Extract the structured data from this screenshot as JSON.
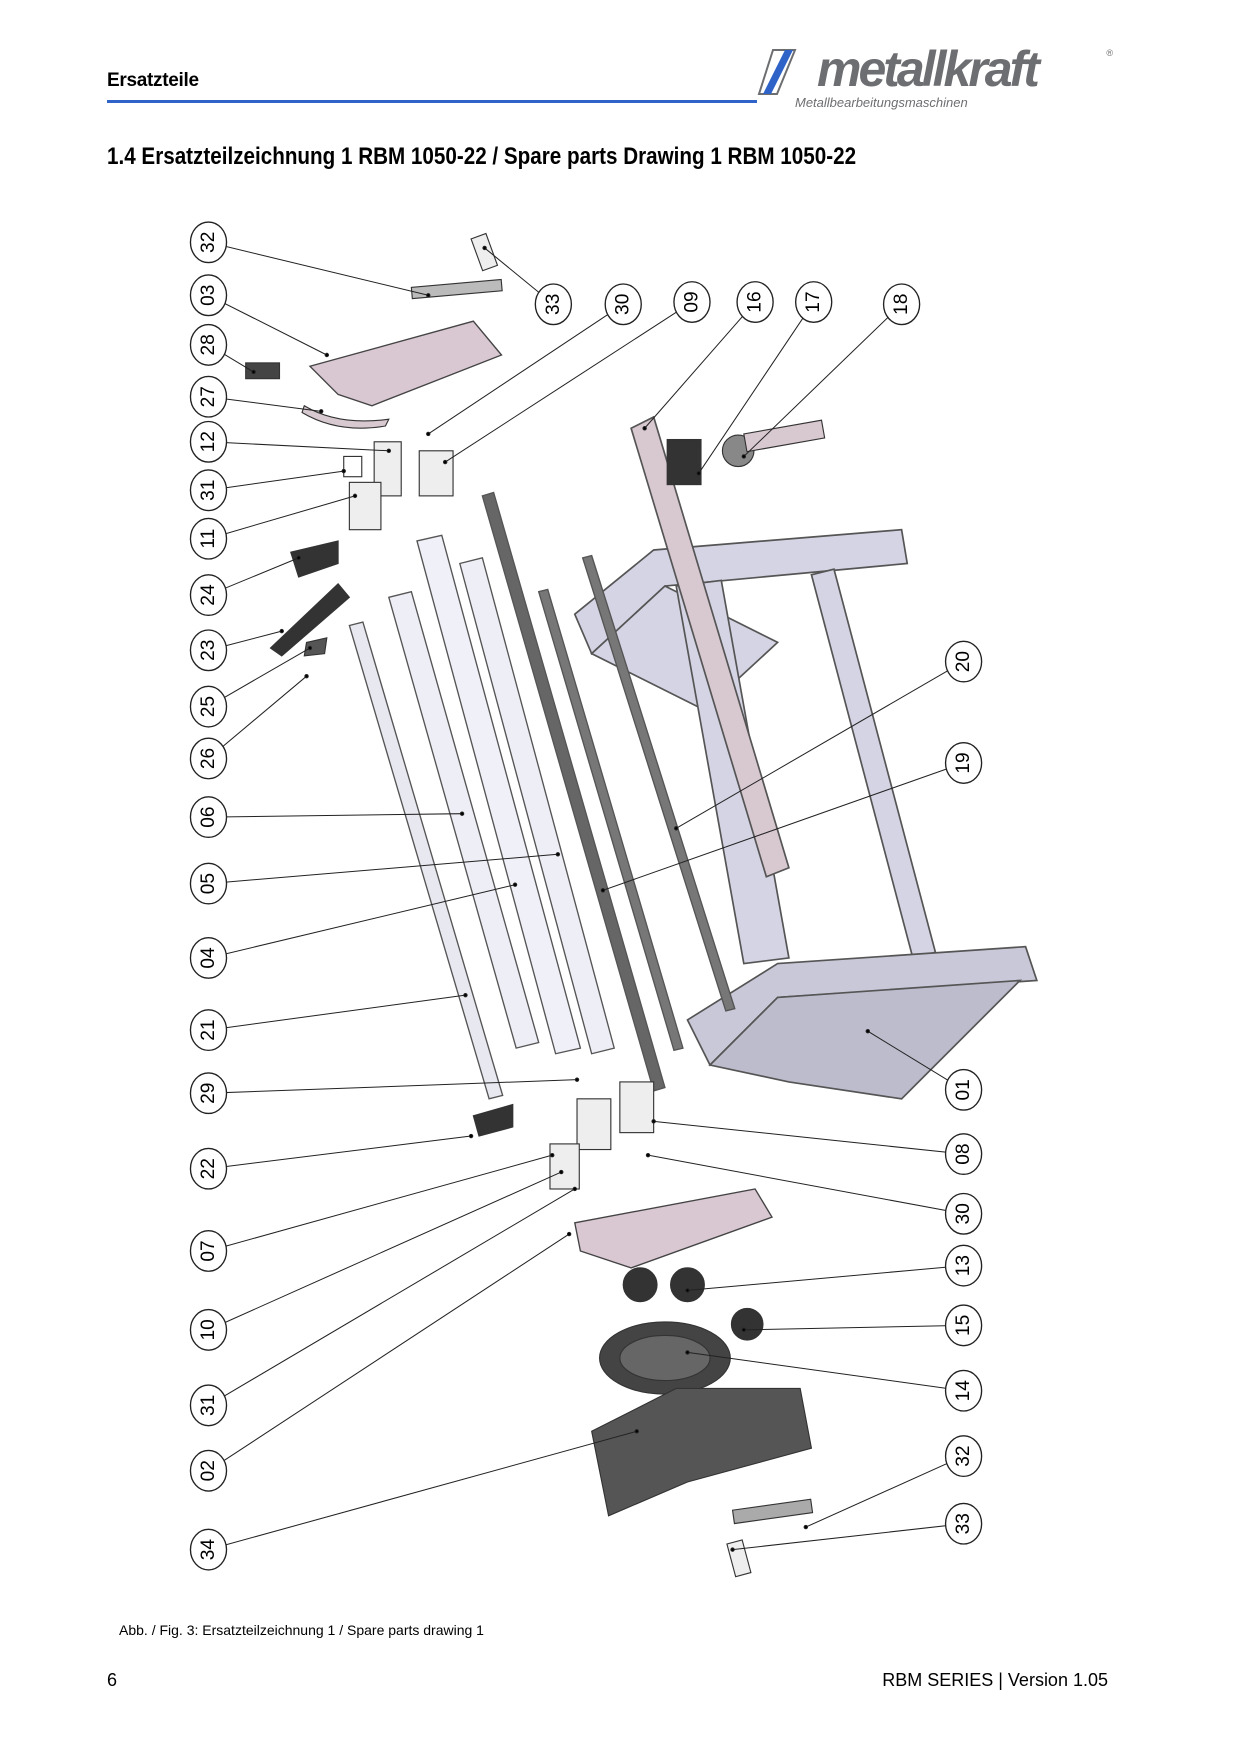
{
  "header": {
    "title": "Ersatzteile",
    "logo_text": "metallkraft",
    "logo_subtitle": "Metallbearbeitungsmaschinen",
    "logo_registered": "®",
    "accent_color": "#2f63c7"
  },
  "section": {
    "title": "1.4   Ersatzteilzeichnung 1 RBM 1050-22 / Spare parts Drawing 1 RBM 1050-22"
  },
  "drawing": {
    "balloons": [
      "32",
      "03",
      "28",
      "27",
      "12",
      "31",
      "11",
      "24",
      "23",
      "25",
      "26",
      "06",
      "05",
      "04",
      "21",
      "29",
      "22",
      "07",
      "10",
      "31",
      "02",
      "34",
      "33",
      "30",
      "09",
      "16",
      "17",
      "18",
      "20",
      "19",
      "01",
      "08",
      "30",
      "13",
      "15",
      "14",
      "32",
      "33"
    ]
  },
  "caption": "Abb. / Fig. 3: Ersatzteilzeichnung 1 / Spare parts drawing 1",
  "footer": {
    "page_number": "6",
    "version": "RBM SERIES | Version 1.05"
  }
}
